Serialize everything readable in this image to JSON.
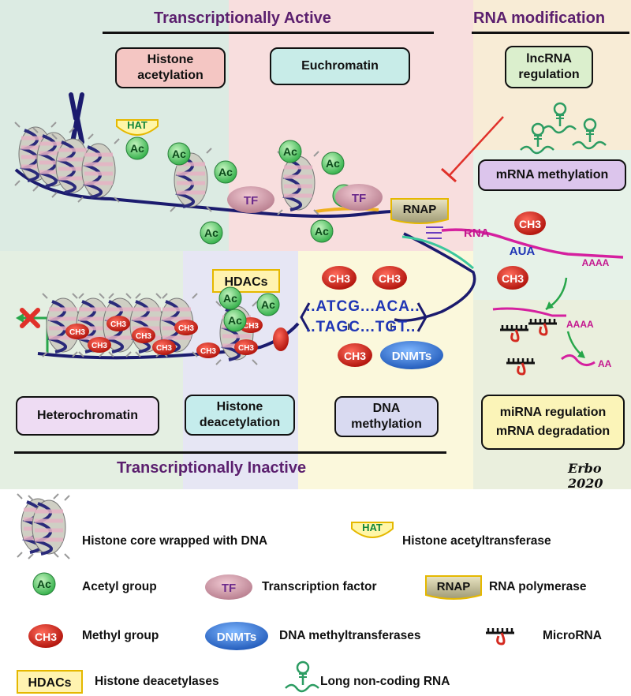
{
  "titles": {
    "active": "Transcriptionally Active",
    "inactive": "Transcriptionally Inactive",
    "rna_mod": "RNA modification"
  },
  "boxes": {
    "histone_acetylation": "Histone acetylation",
    "euchromatin": "Euchromatin",
    "lncrna_regulation": "lncRNA regulation",
    "mrna_methylation": "mRNA methylation",
    "heterochromatin": "Heterochromatin",
    "histone_deacetylation": "Histone deacetylation",
    "dna_methylation": "DNA methylation",
    "mirna_regulation": "miRNA regulation",
    "mrna_degradation": "mRNA degradation"
  },
  "labels": {
    "hat": "HAT",
    "ac": "Ac",
    "tf": "TF",
    "rnap": "RNAP",
    "rna": "RNA",
    "aua": "AUA",
    "aaaa": "AAAA",
    "aa": "AA",
    "hdacs": "HDACs",
    "ch3": "CH3",
    "dnmts": "DNMTs",
    "seq_top": "..ATCG...ACA..",
    "seq_bottom": "..TAGC...TGT..",
    "signature": "Erbo 2020"
  },
  "legend": [
    {
      "symbol": "nucleosome",
      "label": "Histone core wrapped with DNA"
    },
    {
      "symbol": "hat",
      "label": "Histone acetyltransferase"
    },
    {
      "symbol": "ac",
      "label": "Acetyl group"
    },
    {
      "symbol": "tf",
      "label": "Transcription factor"
    },
    {
      "symbol": "rnap",
      "label": "RNA polymerase"
    },
    {
      "symbol": "ch3",
      "label": "Methyl group"
    },
    {
      "symbol": "dnmts",
      "label": "DNA methyltransferases"
    },
    {
      "symbol": "microrna",
      "label": "MicroRNA"
    },
    {
      "symbol": "hdacs",
      "label": "Histone deacetylases"
    },
    {
      "symbol": "lncrna",
      "label": "Long non-coding RNA"
    }
  ],
  "colors": {
    "title": "#5b1f6e",
    "acetyl": "#6fd16f",
    "methyl": "#d42a20",
    "tf": "#c48a9a",
    "rnap": "#c8c29a",
    "dnmts": "#2f6fc9",
    "rna": "#d5209f",
    "dna": "#1b1b6e"
  }
}
